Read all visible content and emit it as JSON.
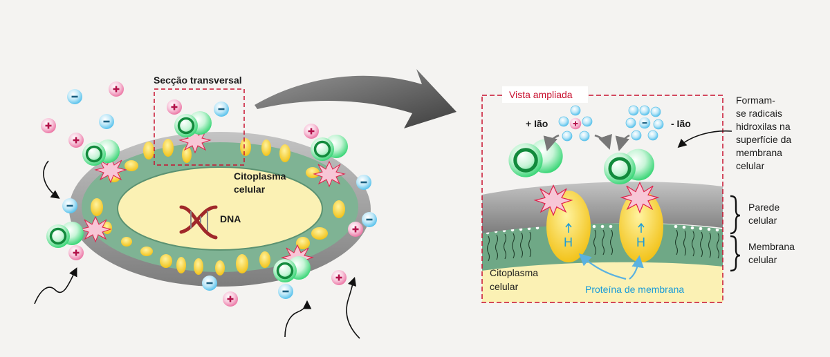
{
  "left_panel": {
    "cross_section_label": "Secção transversal",
    "cytoplasm_label": [
      "Citoplasma",
      "celular"
    ],
    "dna_label": "DNA"
  },
  "right_panel": {
    "title": "Vista ampliada",
    "positive_ion_label": "+ Ião",
    "negative_ion_label": "- Ião",
    "hydrogen_letter": "H",
    "cytoplasm_label": [
      "Citoplasma",
      "celular"
    ],
    "membrane_protein_label": "Proteína de membrana"
  },
  "side_annotations": {
    "radicals": [
      "Formam-",
      "se radicais",
      "hidroxilas na",
      "superfície da",
      "membrana",
      "celular"
    ],
    "cell_wall": [
      "Parede",
      "celular"
    ],
    "cell_membrane": [
      "Membrana",
      "celular"
    ]
  },
  "colors": {
    "background": "#f4f3f1",
    "cell_wall": "#8a8a8a",
    "membrane": "#6fa886",
    "cytoplasm": "#fbf1b4",
    "protein": "#f4c81c",
    "positive_ion": "#f06ea0",
    "negative_ion": "#38b6e6",
    "radical": "#3fd77a",
    "dashed_frame": "#c8102e",
    "dna": "#a0282a"
  },
  "icons": [
    "positive-ion-icon",
    "negative-ion-icon",
    "hydroxyl-radical-icon",
    "dna-helix-icon",
    "curved-arrow-icon",
    "spark-burst-icon"
  ]
}
